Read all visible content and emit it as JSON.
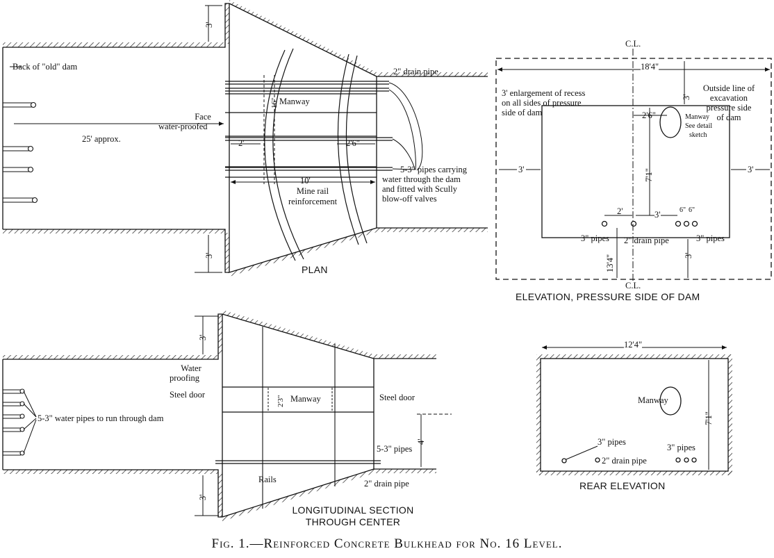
{
  "caption": "Fig. 1.—Reinforced Concrete Bulkhead for No. 16 Level.",
  "plan": {
    "title": "PLAN",
    "back_of_old_dam": "Back of \"old\" dam",
    "drain_pipe": "2\" drain pipe",
    "manway": "Manway",
    "manway_dim": "16\"",
    "face_waterproofed_1": "Face",
    "face_waterproofed_2": "water-proofed",
    "length_approx": "25' approx.",
    "dim_2ft": "2'",
    "dim_2ft6": "2'6\"",
    "dim_10ft": "10'",
    "mine_rail_1": "Mine rail",
    "mine_rail_2": "reinforcement",
    "pipes_note_1": "5-3\" pipes carrying",
    "pipes_note_2": "water through the dam",
    "pipes_note_3": "and fitted with Scully",
    "pipes_note_4": "blow-off valves",
    "dim_3ft_top": "3'",
    "dim_3ft_bottom": "3'"
  },
  "elevation_pressure": {
    "title": "ELEVATION, PRESSURE SIDE OF DAM",
    "cl_top": "C.L.",
    "cl_bottom": "C.L.",
    "width": "18'4\"",
    "enlargement_1": "3' enlargement of recess",
    "enlargement_2": "on all sides of pressure",
    "enlargement_3": "side of dam",
    "outside_1": "Outside line of",
    "outside_2": "excavation",
    "outside_3": "pressure side",
    "outside_4": "of dam",
    "dim_3_top": "3'",
    "dim_2ft6": "2'6\"",
    "manway_1": "Manway",
    "manway_2": "See detail",
    "manway_3": "sketch",
    "dim_3_left": "3'",
    "dim_3_right": "3'",
    "dim_7ft1": "7'1\"",
    "dim_2ft": "2'",
    "dim_3ft": "3'",
    "dim_6a": "6\"",
    "dim_6b": "6\"",
    "pipes_left": "3\" pipes",
    "drain_pipe": "2\" drain pipe",
    "pipes_right": "3\" pipes",
    "dim_13ft4": "13'4\"",
    "dim_3_bottom": "3'"
  },
  "section": {
    "title_1": "LONGITUDINAL SECTION",
    "title_2": "THROUGH CENTER",
    "water_proofing_1": "Water",
    "water_proofing_2": "proofing",
    "steel_door_left": "Steel door",
    "steel_door_right": "Steel door",
    "manway": "Manway",
    "manway_dim": "2'3\"",
    "water_pipes": "5-3\" water pipes to run through dam",
    "pipes": "5-3\" pipes",
    "rails": "Rails",
    "drain_pipe": "2\" drain pipe",
    "dim_3_top": "3'",
    "dim_3_bottom": "3'",
    "dim_4": "4'"
  },
  "rear_elevation": {
    "title": "REAR ELEVATION",
    "width": "12'4\"",
    "manway": "Manway",
    "height": "7'1\"",
    "pipes_left": "3\" pipes",
    "drain_pipe": "2\" drain pipe",
    "pipes_right": "3\" pipes"
  }
}
